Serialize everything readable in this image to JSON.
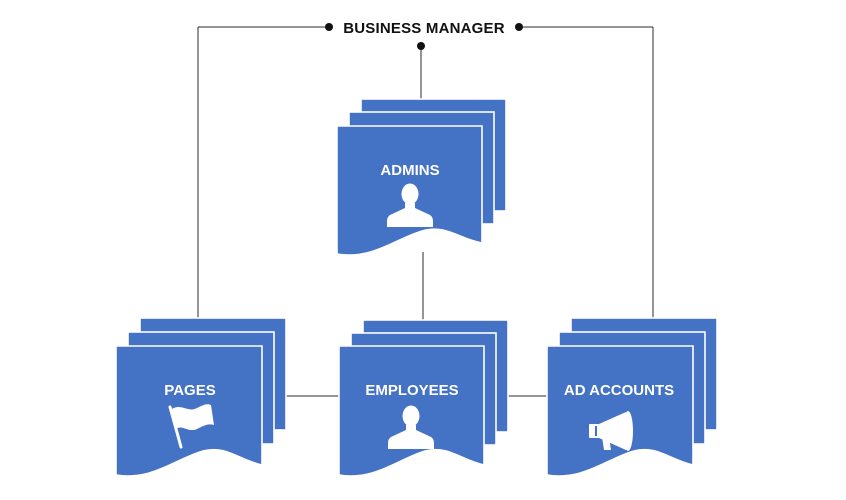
{
  "root": {
    "title": "BUSINESS MANAGER"
  },
  "nodes": {
    "admins": {
      "label": "ADMINS",
      "icon": "person-icon"
    },
    "pages": {
      "label": "PAGES",
      "icon": "flag-icon"
    },
    "employees": {
      "label": "EMPLOYEES",
      "icon": "person-icon"
    },
    "ad_accounts": {
      "label": "AD ACCOUNTS",
      "icon": "megaphone-icon"
    }
  },
  "colors": {
    "node_fill": "#4472c4",
    "node_text": "#ffffff",
    "connector": "#2b2b2b",
    "root_text": "#111111"
  }
}
